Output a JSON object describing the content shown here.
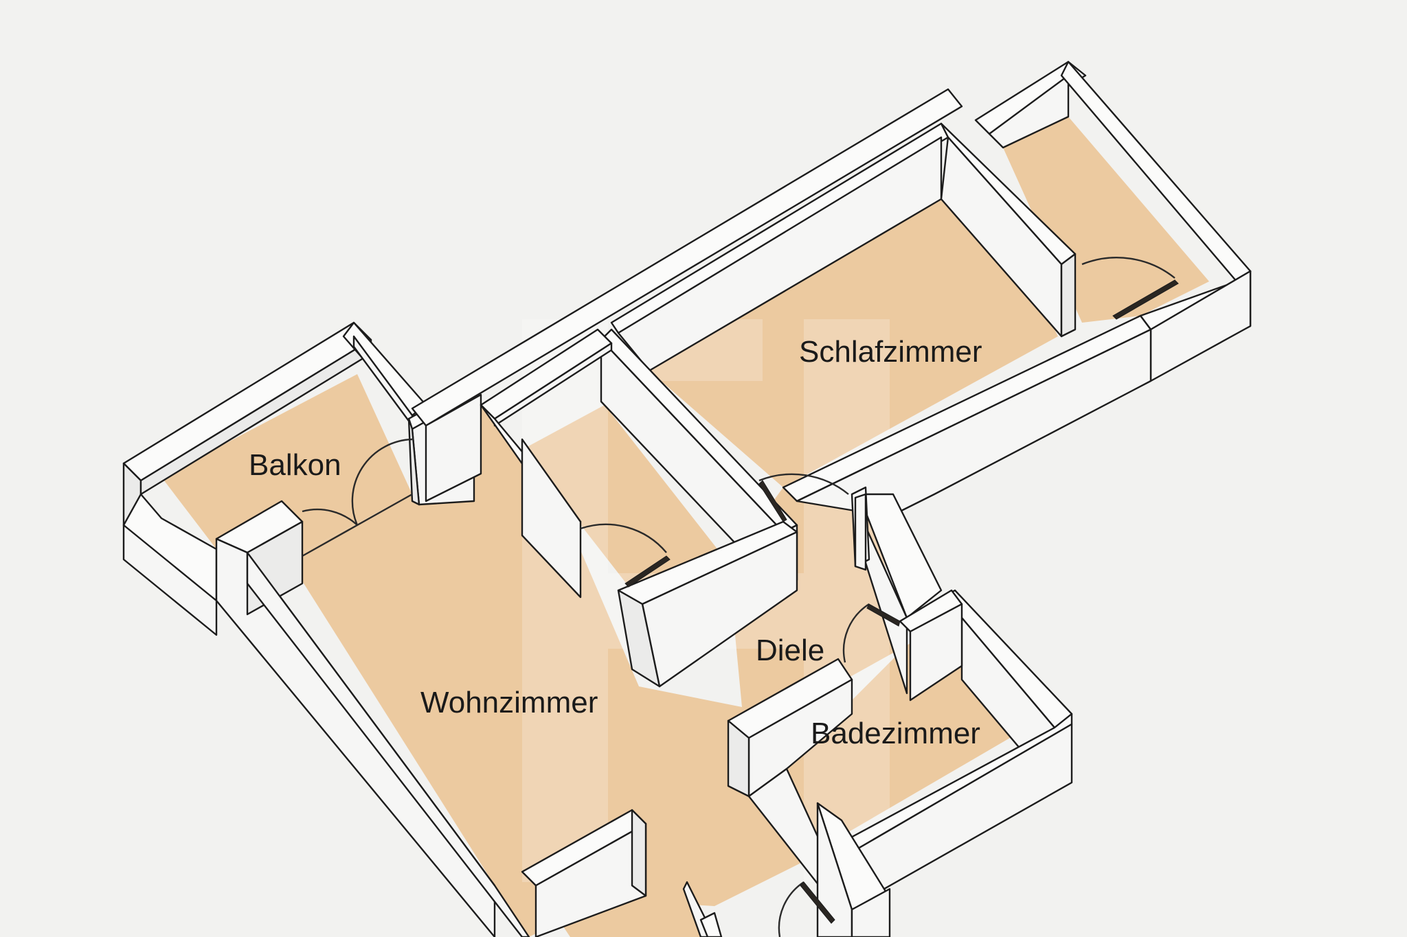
{
  "rooms": {
    "balkon": "Balkon",
    "schlafzimmer": "Schlafzimmer",
    "wohnzimmer": "Wohnzimmer",
    "diele": "Diele",
    "badezimmer": "Badezimmer"
  },
  "colors": {
    "floor": "#eccaa0",
    "background": "#f2f2f0",
    "wall": "#fbfbfa"
  },
  "icons": {
    "watermark": "brand-watermark-icon"
  }
}
